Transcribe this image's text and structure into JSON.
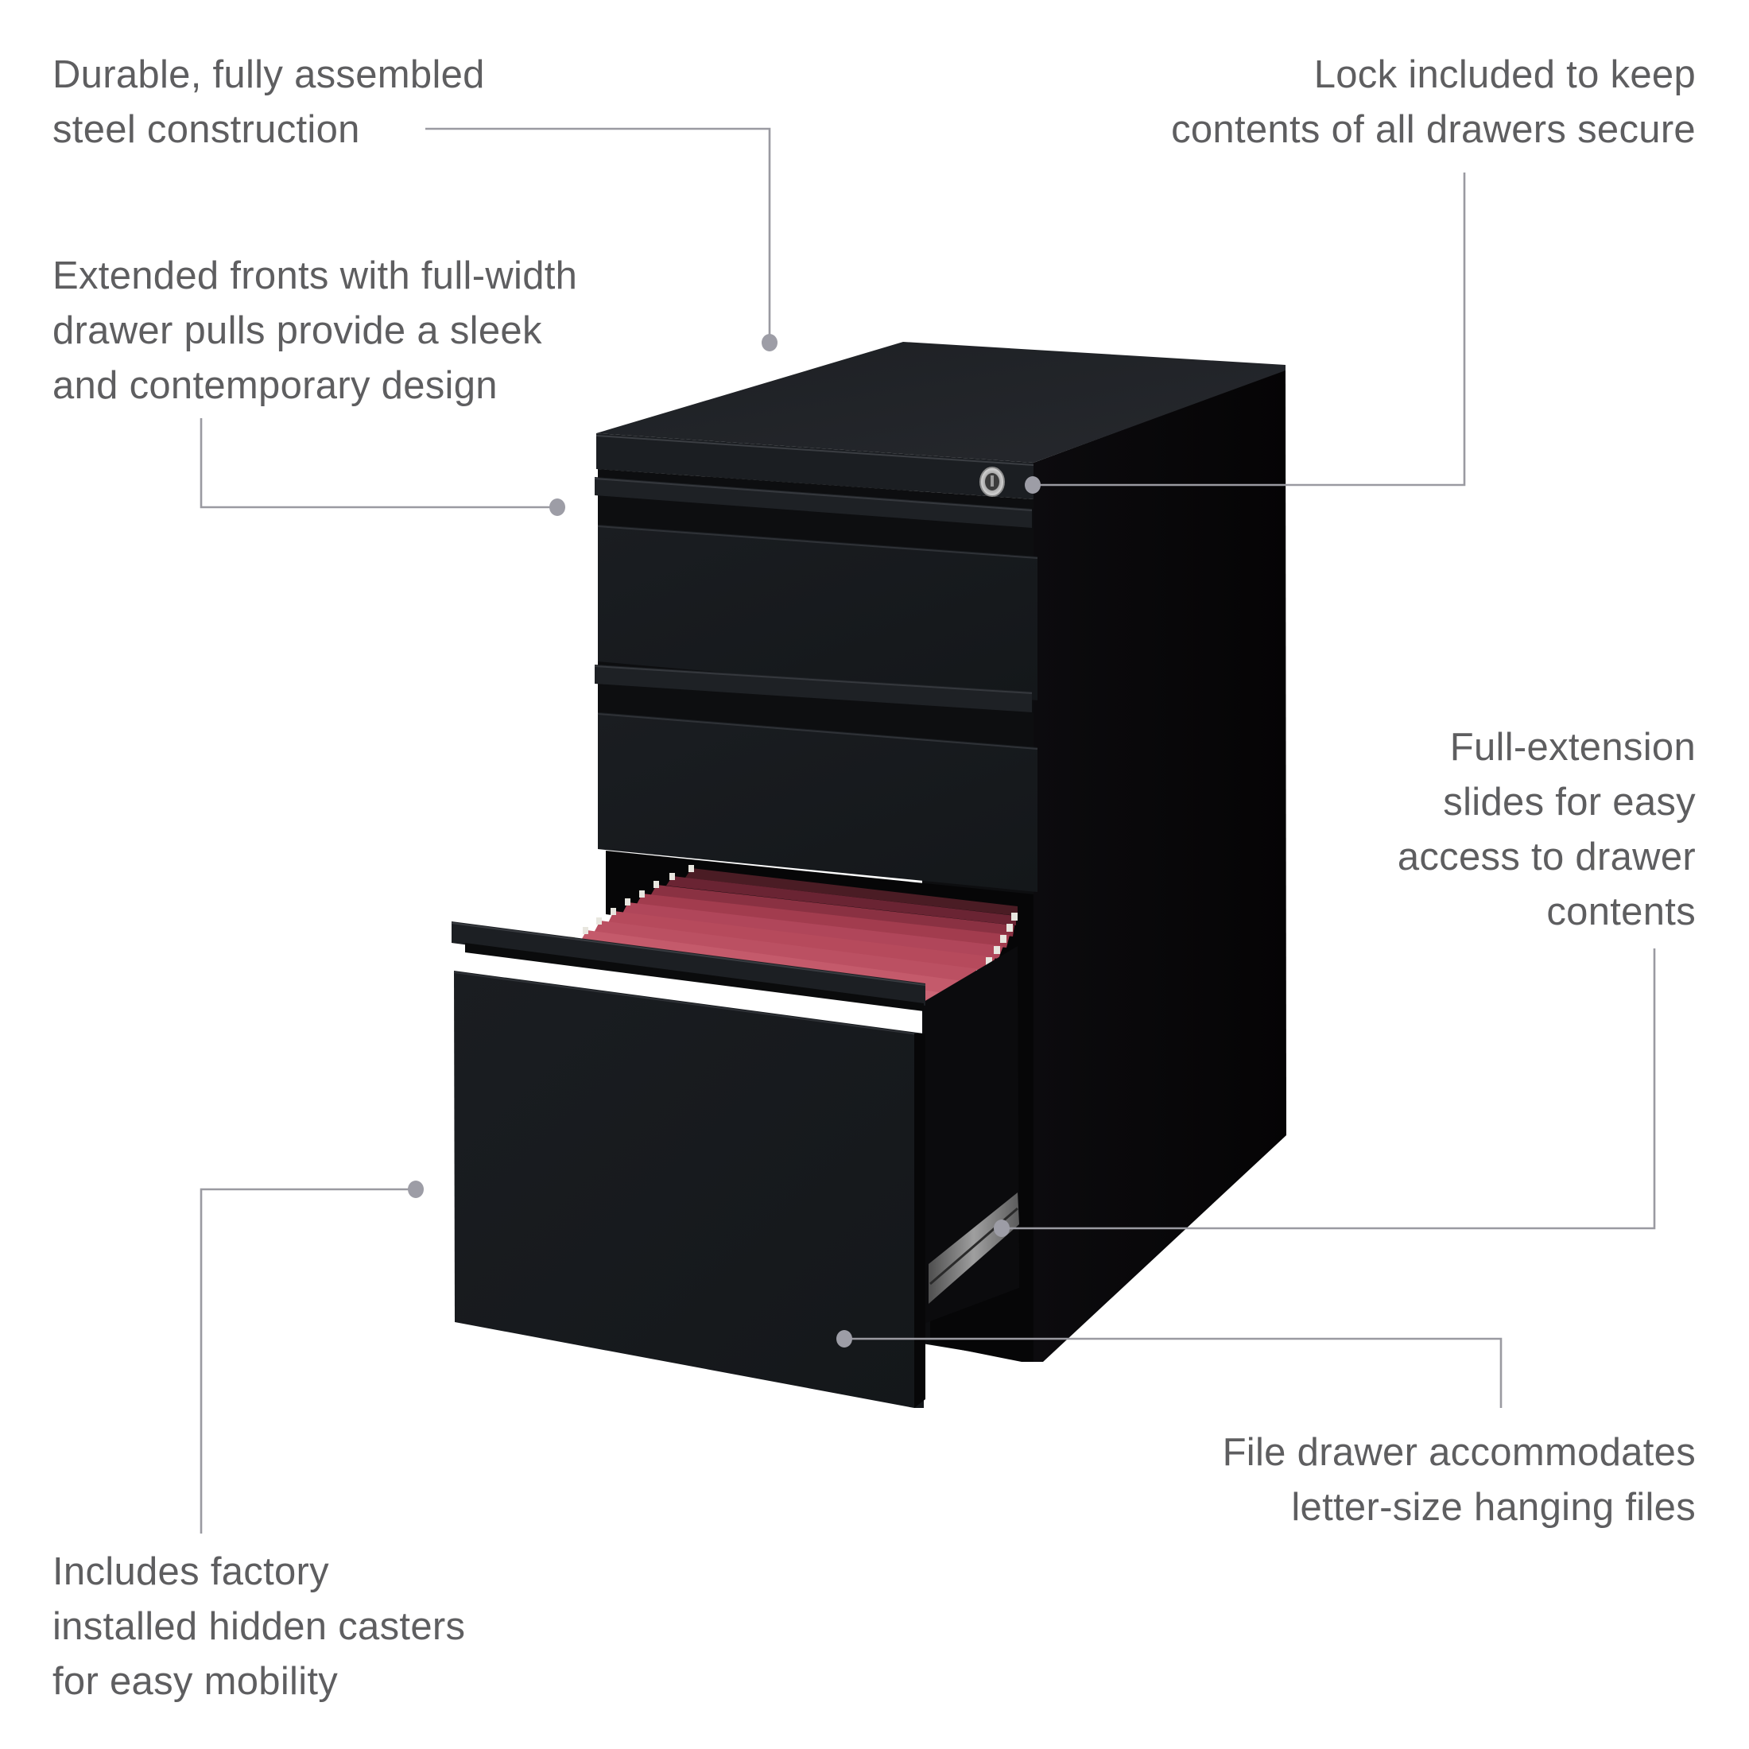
{
  "product": {
    "name": "Mobile pedestal file cabinet",
    "color": "#141619",
    "drawers": [
      {
        "type": "box",
        "position": "top",
        "state": "closed"
      },
      {
        "type": "box",
        "position": "middle",
        "state": "closed"
      },
      {
        "type": "file",
        "position": "bottom",
        "state": "open"
      }
    ],
    "hanging_file_color": "#b64a5c",
    "hanging_file_count": 9
  },
  "callouts": [
    {
      "id": "steel",
      "lines": [
        "Durable, fully assembled",
        "steel construction"
      ],
      "align": "left"
    },
    {
      "id": "fronts",
      "lines": [
        "Extended fronts with full-width",
        "drawer pulls provide a sleek",
        "and contemporary design"
      ],
      "align": "left"
    },
    {
      "id": "lock",
      "lines": [
        "Lock included to keep",
        "contents of all drawers secure"
      ],
      "align": "right"
    },
    {
      "id": "slides",
      "lines": [
        "Full-extension",
        "slides for easy",
        "access to drawer",
        "contents"
      ],
      "align": "right"
    },
    {
      "id": "file-drawer",
      "lines": [
        "File drawer accommodates",
        "letter-size hanging files"
      ],
      "align": "right"
    },
    {
      "id": "casters",
      "lines": [
        "Includes factory",
        "installed hidden casters",
        "for easy mobility"
      ],
      "align": "left"
    }
  ],
  "colors": {
    "text": "#5e5e60",
    "leader_line": "#9a9aa1",
    "leader_dot": "#9d9da6",
    "background": "#ffffff"
  }
}
